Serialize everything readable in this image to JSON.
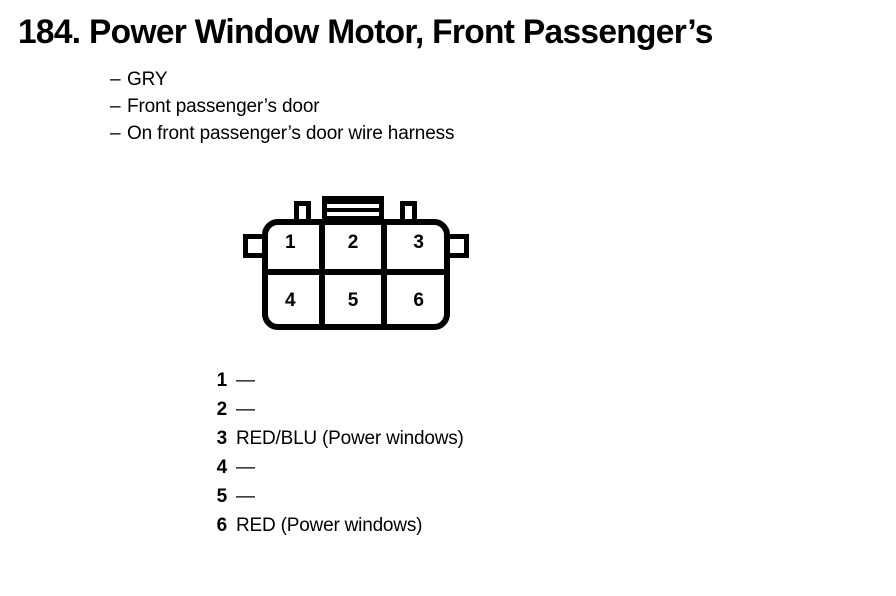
{
  "header": {
    "item_number": "184.",
    "title": "184. Power Window Motor, Front Passenger’s"
  },
  "description": {
    "bullet_marker": "–",
    "items": [
      {
        "text": "GRY"
      },
      {
        "text": "Front passenger’s door"
      },
      {
        "text": "On front passenger’s door wire harness"
      }
    ]
  },
  "connector": {
    "cavity_count": 6,
    "rows": 2,
    "columns": 3,
    "outline_color": "#000000",
    "fill_color": "#ffffff",
    "cavities": [
      {
        "number": "1"
      },
      {
        "number": "2"
      },
      {
        "number": "3"
      },
      {
        "number": "4"
      },
      {
        "number": "5"
      },
      {
        "number": "6"
      }
    ]
  },
  "pin_list": [
    {
      "number": "1",
      "value": "—"
    },
    {
      "number": "2",
      "value": "—"
    },
    {
      "number": "3",
      "value": "RED/BLU (Power windows)"
    },
    {
      "number": "4",
      "value": "—"
    },
    {
      "number": "5",
      "value": "—"
    },
    {
      "number": "6",
      "value": "RED (Power windows)"
    }
  ]
}
